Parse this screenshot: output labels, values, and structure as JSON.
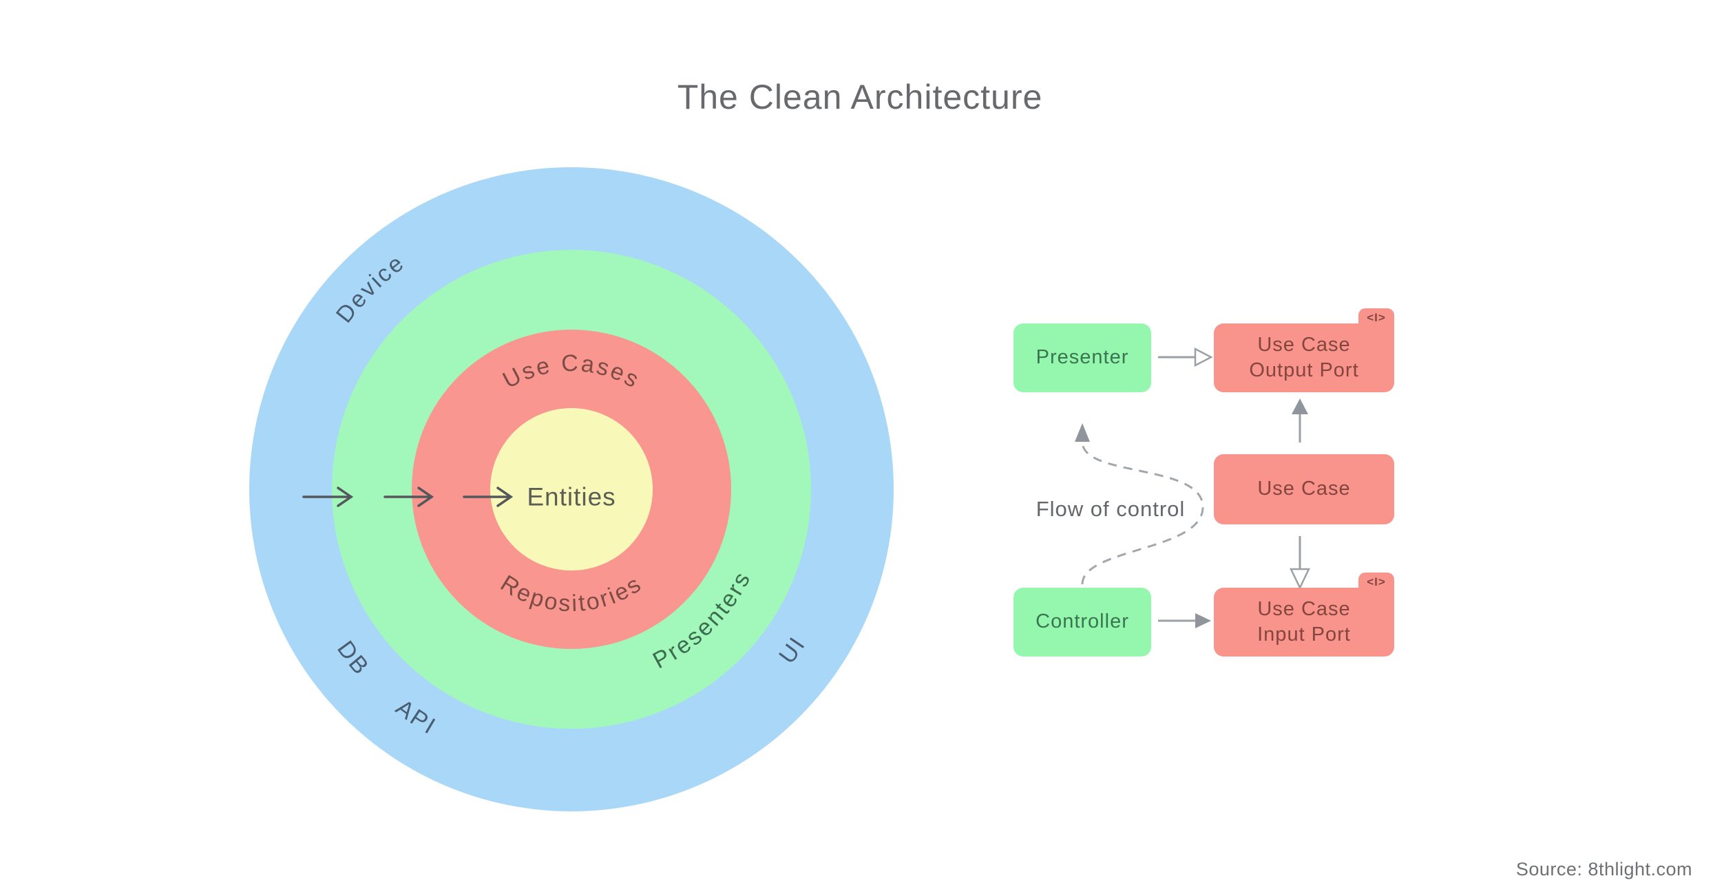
{
  "title": "The Clean Architecture",
  "source": "Source: 8thlight.com",
  "colors": {
    "ring-blue": "#a8d7f8",
    "ring-green": "#a2f8ba",
    "ring-red": "#f9968f",
    "ring-yellow": "#f8f9b8",
    "box-green": "#94f7ad",
    "box-red": "#f9948c",
    "label-on-blue": "#4a5d70",
    "label-on-green": "#3c6b4f",
    "label-on-red": "#7d4b46",
    "label-entities": "#5a5e55",
    "box-green-text": "#3a7551",
    "box-red-text": "#84453f",
    "arrow-dark": "#54575b",
    "arrow-light": "#9aa0a4",
    "muted-text": "#67696c"
  },
  "rings": {
    "device": "Device",
    "db": "DB",
    "api": "API",
    "ui": "UI",
    "presenters": "Presenters",
    "use_cases": "Use Cases",
    "repositories": "Repositories",
    "entities": "Entities"
  },
  "flow": {
    "presenter": "Presenter",
    "controller": "Controller",
    "use_case": "Use Case",
    "output_port_line1": "Use Case",
    "output_port_line2": "Output Port",
    "input_port_line1": "Use Case",
    "input_port_line2": "Input Port",
    "interface_tag": "<I>",
    "note": "Flow of control"
  }
}
